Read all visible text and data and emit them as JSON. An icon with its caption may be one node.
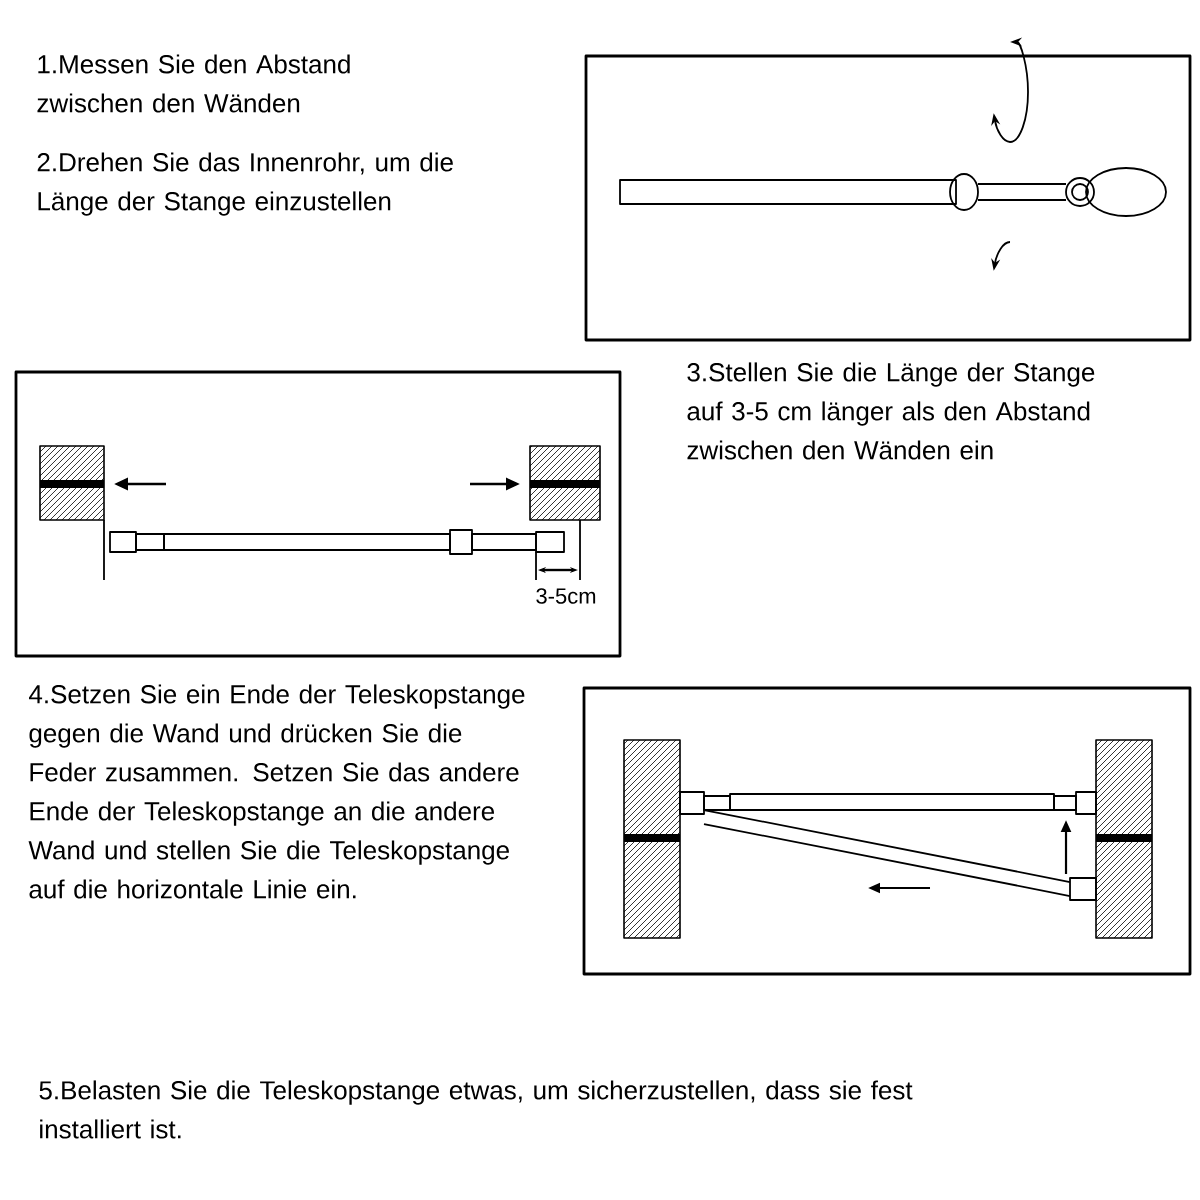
{
  "diagram": {
    "labels": [
      "1.Messen Sie den Abstand zwischen den Wänden",
      "2.Drehen Sie das Innenrohr, um die Länge der Stange einzustellen",
      "3.Stellen Sie die Länge der Stange auf 3-5 cm länger als den Abstand zwischen den Wänden ein",
      "3-5cm",
      "4.Setzen Sie ein Ende der Teleskopstange gegen die Wand und drücken Sie die Feder zusammen. Setzen Sie das andere Ende der Teleskopstange an die andere Wand und stellen Sie die Teleskopstange auf die horizontale Linie ein.",
      "5.Belasten Sie die Teleskopstange etwas, um sicherzustellen, dass sie fest installiert ist."
    ]
  }
}
